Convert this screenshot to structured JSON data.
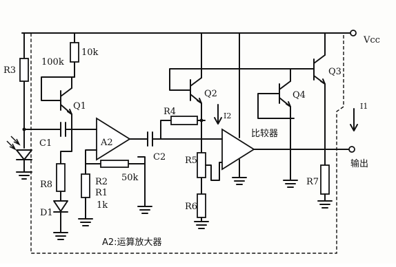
{
  "labels": {
    "vcc": "Vcc",
    "r3": "R3",
    "r100k": "100k",
    "r10k": "10k",
    "q1": "Q1",
    "c1": "C1",
    "a2": "A2",
    "r8": "R8",
    "d1": "D1",
    "r2": "R2",
    "r50k": "50k",
    "r1": "R1",
    "r1k": "1k",
    "c2": "C2",
    "r4": "R4",
    "q2": "Q2",
    "i2": "I2",
    "r5": "R5",
    "r6": "R6",
    "comparator": "比较器",
    "q4": "Q4",
    "q3": "Q3",
    "i1": "I1",
    "r7": "R7",
    "output": "输出",
    "caption": "A2:运算放大器"
  }
}
